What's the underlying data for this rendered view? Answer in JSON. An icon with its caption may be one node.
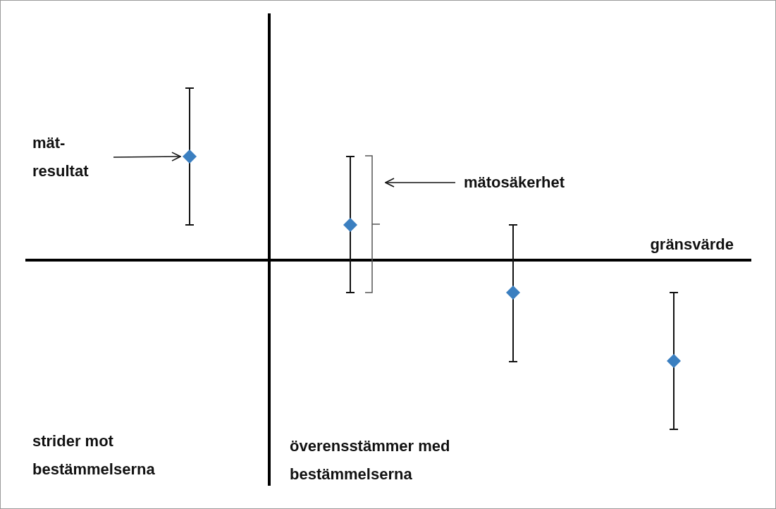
{
  "diagram": {
    "nodes": [
      {
        "text": [
          "mät- resultat"
        ]
      },
      {
        "text": [],
        "shape": "diamond"
      },
      {
        "text": [
          "mätosäkerhet"
        ]
      },
      {
        "text": [],
        "shape": "bracket"
      },
      {
        "text": [],
        "shape": "diamond"
      },
      {
        "text": [],
        "shape": "diamond"
      },
      {
        "text": [],
        "shape": "diamond"
      }
    ],
    "edges": [
      {
        "from": 0,
        "to": 1,
        "arrow": "to"
      },
      {
        "from": 2,
        "to": 3,
        "arrow": "to"
      }
    ],
    "labels": [
      "gränsvärde",
      "strider mot bestämmelserna",
      "överensstämmer med bestämmelserna"
    ]
  }
}
